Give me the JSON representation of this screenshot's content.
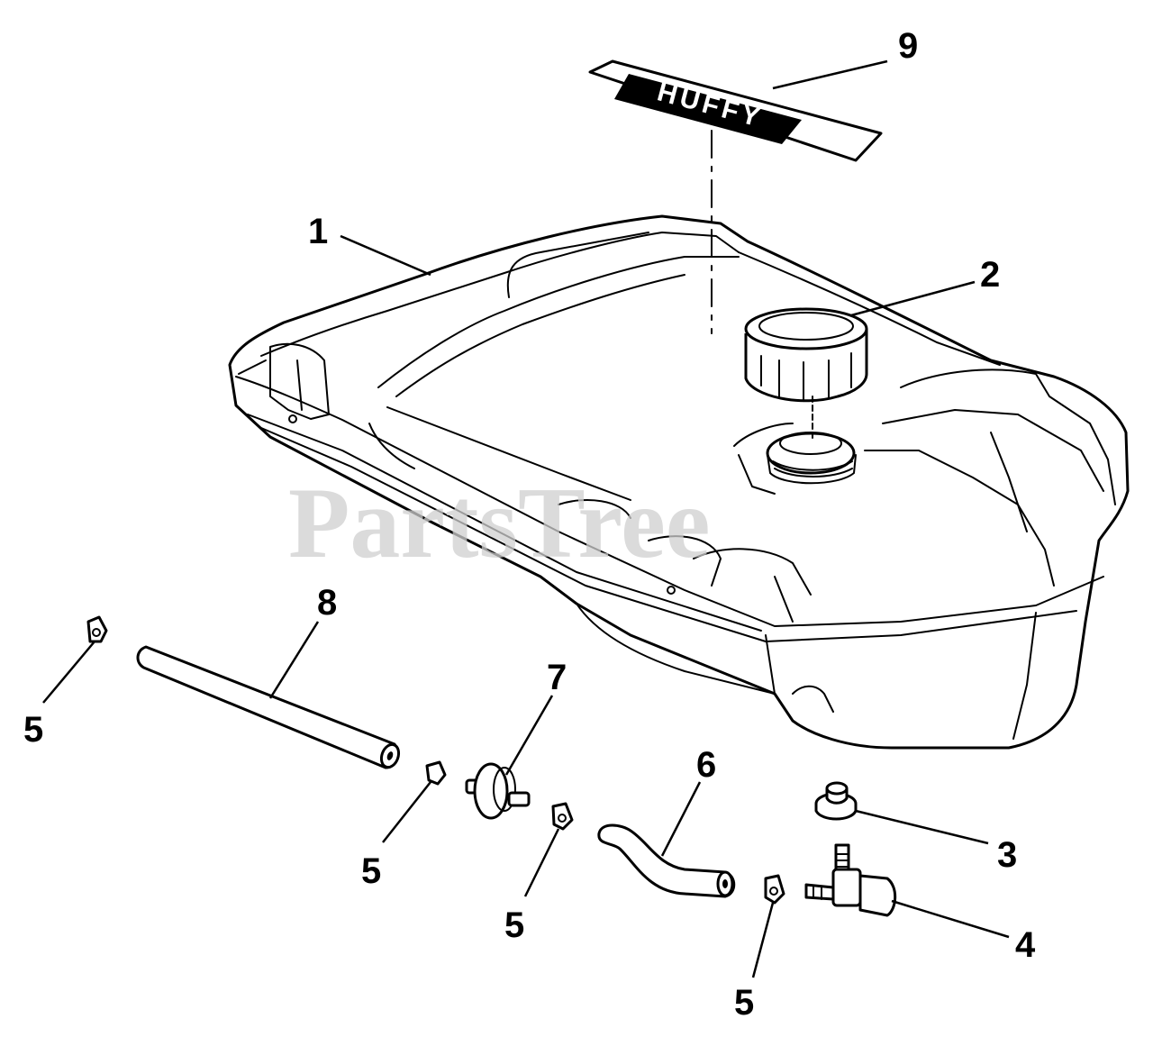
{
  "watermark": "PartsTree",
  "decal_text": "HUFFY",
  "callouts": [
    {
      "id": "c9",
      "label": "9"
    },
    {
      "id": "c1",
      "label": "1"
    },
    {
      "id": "c2",
      "label": "2"
    },
    {
      "id": "c8",
      "label": "8"
    },
    {
      "id": "c7",
      "label": "7"
    },
    {
      "id": "c6",
      "label": "6"
    },
    {
      "id": "c3",
      "label": "3"
    },
    {
      "id": "c4",
      "label": "4"
    },
    {
      "id": "c5a",
      "label": "5"
    },
    {
      "id": "c5b",
      "label": "5"
    },
    {
      "id": "c5c",
      "label": "5"
    },
    {
      "id": "c5d",
      "label": "5"
    }
  ]
}
